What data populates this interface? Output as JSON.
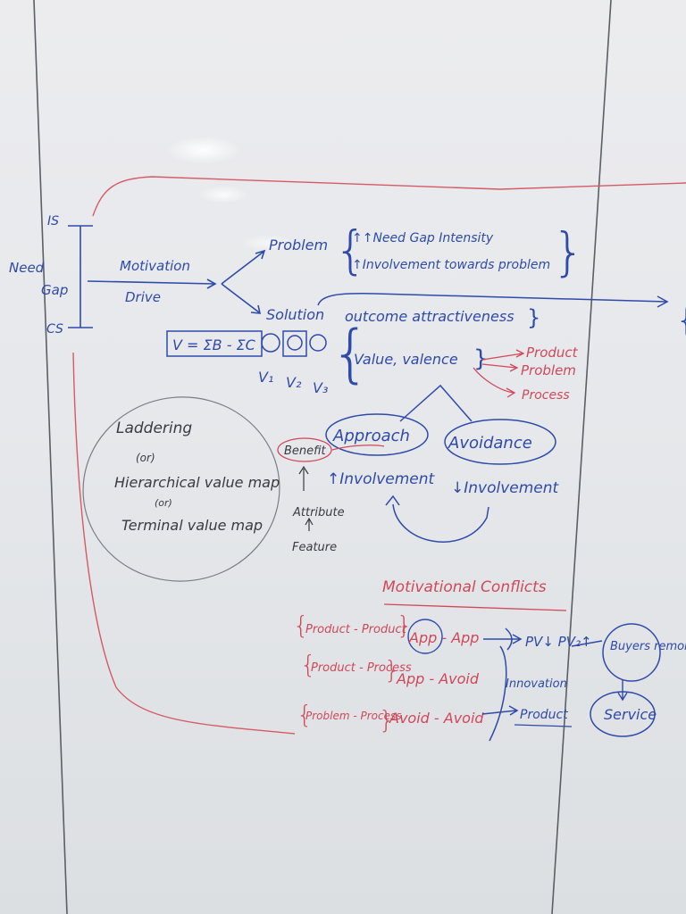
{
  "whiteboard": {
    "need_gap": {
      "need": "Need",
      "gap": "Gap",
      "is": "IS",
      "cs": "CS",
      "motivation": "Motivation",
      "drive": "Drive"
    },
    "problem": {
      "label": "Problem",
      "line1": "↑↑Need Gap Intensity",
      "line2": "↑Involvement towards problem"
    },
    "solution": {
      "label": "Solution",
      "line1": "outcome attractiveness",
      "line2": "Value, valence",
      "formula": "V = ΣB - ΣC",
      "v1": "V₁",
      "v2": "V₂",
      "v3": "V₃"
    },
    "outcomes": {
      "product": "Product",
      "problem": "Problem",
      "process": "Process"
    },
    "approach_avoidance": {
      "approach": "Approach",
      "avoidance": "Avoidance",
      "involvement_up": "↑Involvement",
      "involvement_down": "↓Involvement"
    },
    "laddering": {
      "line1": "Laddering",
      "or1": "(or)",
      "line2": "Hierarchical value map",
      "or2": "(or)",
      "line3": "Terminal value map"
    },
    "chain": {
      "benefit": "Benefit",
      "attribute": "Attribute",
      "feature": "Feature"
    },
    "conflicts": {
      "title": "Motivational Conflicts",
      "rows": [
        {
          "pair": "Product - Product",
          "type": "App - App"
        },
        {
          "pair": "Product - Process",
          "type": "App - Avoid"
        },
        {
          "pair": "Problem - Process",
          "type": "Avoid - Avoid"
        }
      ],
      "innovation": "Innovation",
      "product": "Product",
      "pv": "PV↓ PV₂↑",
      "buyers_remorse": "Buyers remorse",
      "service": "Service"
    }
  }
}
